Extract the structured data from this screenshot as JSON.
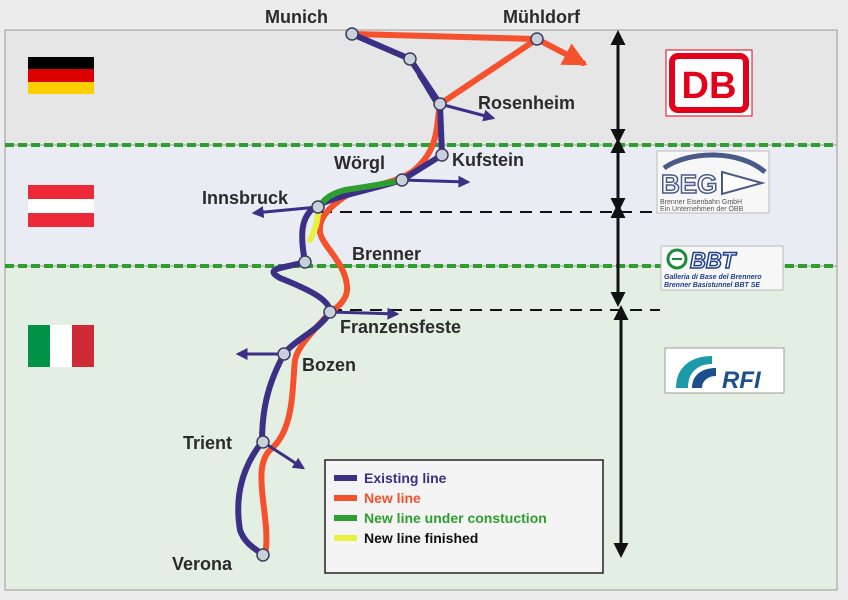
{
  "countries": [
    {
      "name": "germany",
      "flag_colors": [
        "#000000",
        "#dd0000",
        "#ffce00"
      ],
      "band_color": "#e6e6e6"
    },
    {
      "name": "austria",
      "flag_colors": [
        "#ed2939",
        "#ffffff",
        "#ed2939"
      ],
      "band_color": "#e9ecf2"
    },
    {
      "name": "italy",
      "flag_colors": [
        "#009246",
        "#ffffff",
        "#ce2b37"
      ],
      "band_color": "#e4efe4"
    }
  ],
  "stations": {
    "munich": "Munich",
    "muhldorf": "Mühldorf",
    "rosenheim": "Rosenheim",
    "worgl": "Wörgl",
    "kufstein": "Kufstein",
    "innsbruck": "Innsbruck",
    "brenner": "Brenner",
    "franzensfeste": "Franzensfeste",
    "bozen": "Bozen",
    "trient": "Trient",
    "verona": "Verona"
  },
  "legend": [
    {
      "label": "Existing line",
      "color": "#3b2f86"
    },
    {
      "label": "New line",
      "color": "#f4512c"
    },
    {
      "label": "New line under constuction",
      "color": "#2e9e2e"
    },
    {
      "label": "New line finished",
      "color": "#e8f040"
    }
  ],
  "operators": {
    "db": {
      "text": "DB",
      "color": "#e3001b"
    },
    "beg": {
      "text": "BEG",
      "line1": "Brenner Eisenbahn GmbH",
      "line2": "Ein Unternehmen der ÖBB"
    },
    "bbt": {
      "text": "BBT",
      "line1": "Galleria di Base del Brennero",
      "line2": "Brenner Basistunnel BBT SE"
    },
    "rfi": {
      "text": "RFI"
    }
  },
  "colors": {
    "existing_line": "#3b2f86",
    "new_line": "#f4512c",
    "under_construction": "#2e9e2e",
    "finished": "#e8f040",
    "border_dash": "#2e9e2e"
  }
}
